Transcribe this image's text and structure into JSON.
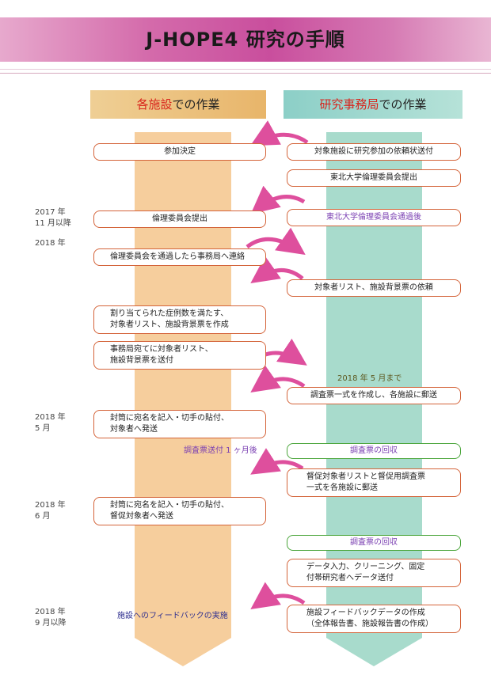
{
  "title": "J-HOPE4 研究の手順",
  "headers": {
    "left_highlight": "各施設",
    "left_rest": "での作業",
    "right_highlight": "研究事務局",
    "right_rest": "での作業"
  },
  "left_boxes": [
    "参加決定",
    "倫理委員会提出",
    "倫理委員会を通過したら事務局へ連絡",
    "割り当てられた症例数を満たす、\n対象者リスト、施設背景票を作成",
    "事務局宛てに対象者リスト、\n施設背景票を送付",
    "封筒に宛名を記入・切手の貼付、\n対象者へ発送",
    "封筒に宛名を記入・切手の貼付、\n督促対象者へ発送"
  ],
  "right_boxes": [
    "対象施設に研究参加の依頼状送付",
    "東北大学倫理委員会提出",
    "東北大学倫理委員会通過後",
    "対象者リスト、施設背景票の依頼",
    "調査票一式を作成し、各施設に郵送",
    "調査票の回収",
    "督促対象者リストと督促用調査票\n一式を各施設に郵送",
    "調査票の回収",
    "データ入力、クリーニング、固定\n付帯研究者へデータ送付",
    "施設フィードバックデータの作成\n（全体報告書、施設報告書の作成）"
  ],
  "dates": [
    "2017 年\n11 月以降",
    "2018 年",
    "2018 年\n5 月",
    "2018 年\n6 月",
    "2018 年\n9 月以降"
  ],
  "labels": {
    "deadline_may": "2018 年 5 月まで",
    "one_month_after": "調査票送付 1 ヶ月後",
    "feedback": "施設へのフィードバックの実施"
  },
  "colors": {
    "banner": "#c94e9d",
    "left_column": "#f6ce9d",
    "right_column": "#a8dbcc",
    "box_border": "#d4643a",
    "green_border": "#4aa53a",
    "arrow": "#de4f9d",
    "highlight_red": "#d8241c",
    "purple_text": "#7a3fb2"
  }
}
